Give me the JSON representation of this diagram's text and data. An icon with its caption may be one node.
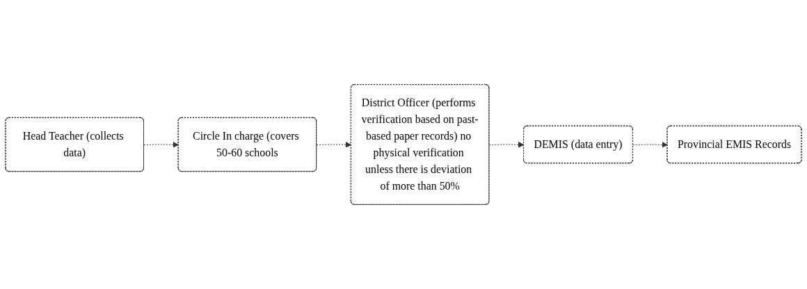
{
  "diagram": {
    "nodes": [
      {
        "text": [
          "Head Teacher (collects data)"
        ]
      },
      {
        "text": [
          "Circle In charge (covers 50-60 schools"
        ]
      },
      {
        "text": [
          "District Officer (performs verification based on past-based paper records) no physical verification unless there is deviation of more than 50%"
        ]
      },
      {
        "text": [
          "DEMIS (data entry)"
        ]
      },
      {
        "text": [
          "Provincial EMIS Records"
        ]
      }
    ],
    "edges": [
      {
        "from": 0,
        "to": 1,
        "arrow": "to"
      },
      {
        "from": 1,
        "to": 2,
        "arrow": "to"
      },
      {
        "from": 2,
        "to": 3,
        "arrow": "to"
      },
      {
        "from": 3,
        "to": 4,
        "arrow": "to"
      }
    ]
  }
}
